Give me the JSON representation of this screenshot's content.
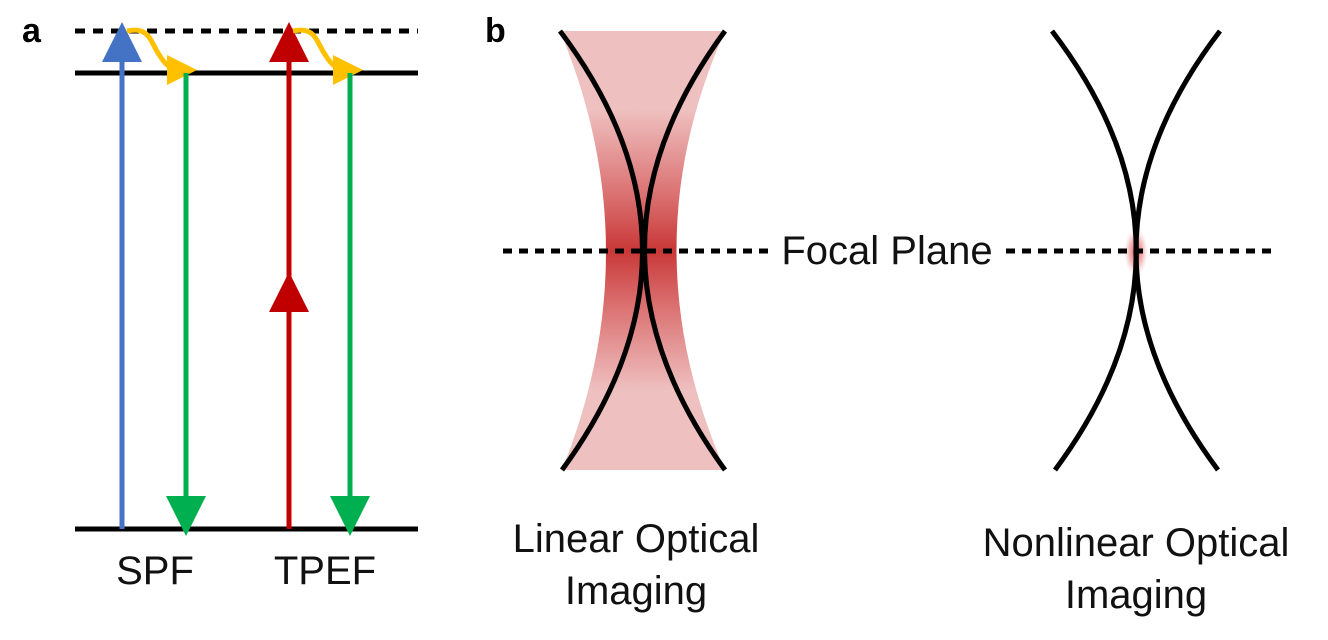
{
  "panel_a": {
    "letter": "a",
    "labels": {
      "spf": "SPF",
      "tpef": "TPEF"
    }
  },
  "panel_b": {
    "letter": "b",
    "focal_plane": "Focal Plane",
    "linear": {
      "line1": "Linear Optical",
      "line2": "Imaging"
    },
    "nonlinear": {
      "line1": "Nonlinear Optical",
      "line2": "Imaging"
    }
  },
  "colors": {
    "blue": "#4472C4",
    "green": "#00B050",
    "red": "#C00000",
    "yellow": "#FFC000",
    "pink": "#EFC0C0",
    "red_glow": "#D94848"
  }
}
